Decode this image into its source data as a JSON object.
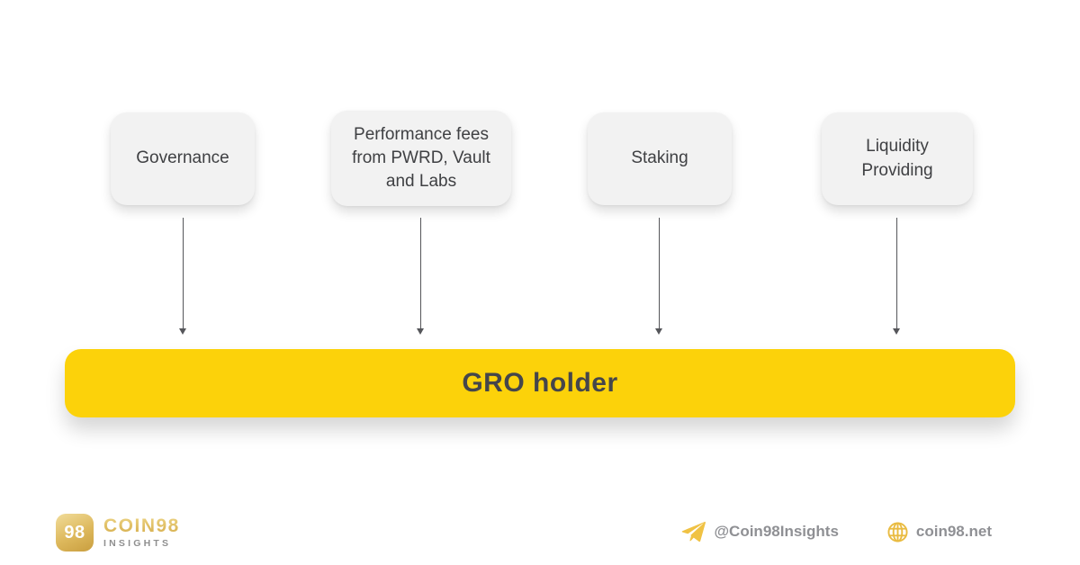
{
  "diagram": {
    "nodes": [
      {
        "label": "Governance"
      },
      {
        "label": "Performance fees\nfrom PWRD, Vault\nand Labs"
      },
      {
        "label": "Staking"
      },
      {
        "label": "Liquidity\nProviding"
      }
    ],
    "target": {
      "label": "GRO holder"
    },
    "colors": {
      "bar_background": "#FCD20A",
      "node_background": "#F2F2F2",
      "node_text": "#3F4043",
      "bar_text": "#45464B",
      "arrow": "#55565A",
      "brand_gold": "#D4AB47"
    }
  },
  "footer": {
    "brand": {
      "badge": "98",
      "name": "COIN98",
      "subtitle": "INSIGHTS"
    },
    "telegram": {
      "handle": "@Coin98Insights",
      "icon": "paper-plane-icon"
    },
    "website": {
      "url": "coin98.net",
      "icon": "globe-icon"
    }
  }
}
